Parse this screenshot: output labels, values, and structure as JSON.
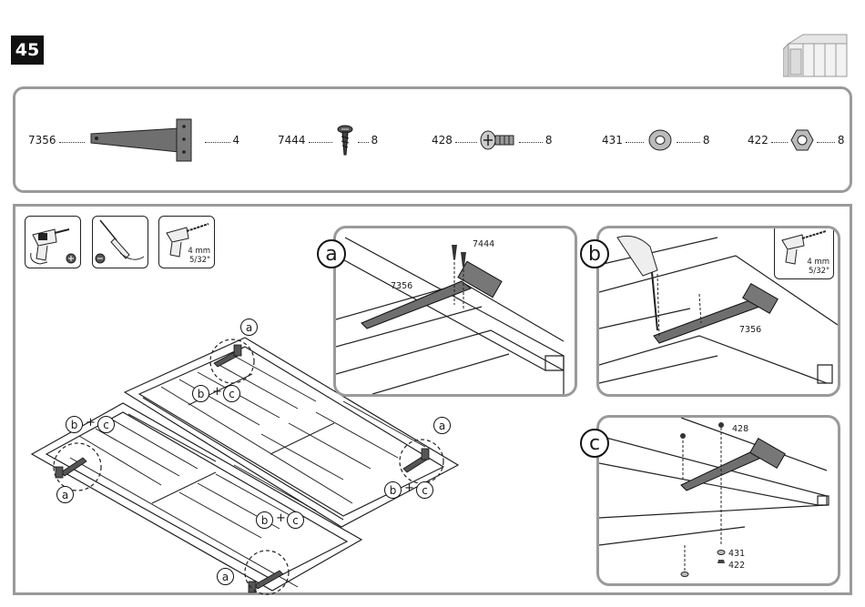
{
  "step": {
    "number": "45"
  },
  "parts": [
    {
      "code": "7356",
      "qty": "4",
      "icon": "t-hinge-icon"
    },
    {
      "code": "7444",
      "qty": "8",
      "icon": "wood-screw-icon"
    },
    {
      "code": "428",
      "qty": "8",
      "icon": "bolt-icon"
    },
    {
      "code": "431",
      "qty": "8",
      "icon": "washer-icon"
    },
    {
      "code": "422",
      "qty": "8",
      "icon": "nut-icon"
    }
  ],
  "tools": [
    {
      "icon": "drill-icon"
    },
    {
      "icon": "screwdriver-icon"
    },
    {
      "icon": "drill-bit-icon",
      "size_mm": "4 mm",
      "size_in": "5/32\""
    }
  ],
  "details": {
    "a": {
      "label": "a",
      "screw_code": "7444",
      "hinge_code": "7356"
    },
    "b": {
      "label": "b",
      "hinge_code": "7356",
      "bit_mm": "4 mm",
      "bit_in": "5/32\""
    },
    "c": {
      "label": "c",
      "bolt_code": "428",
      "washer_code": "431",
      "nut_code": "422"
    }
  },
  "overview": {
    "a": "a",
    "b": "b",
    "c": "c",
    "plus": "+"
  }
}
